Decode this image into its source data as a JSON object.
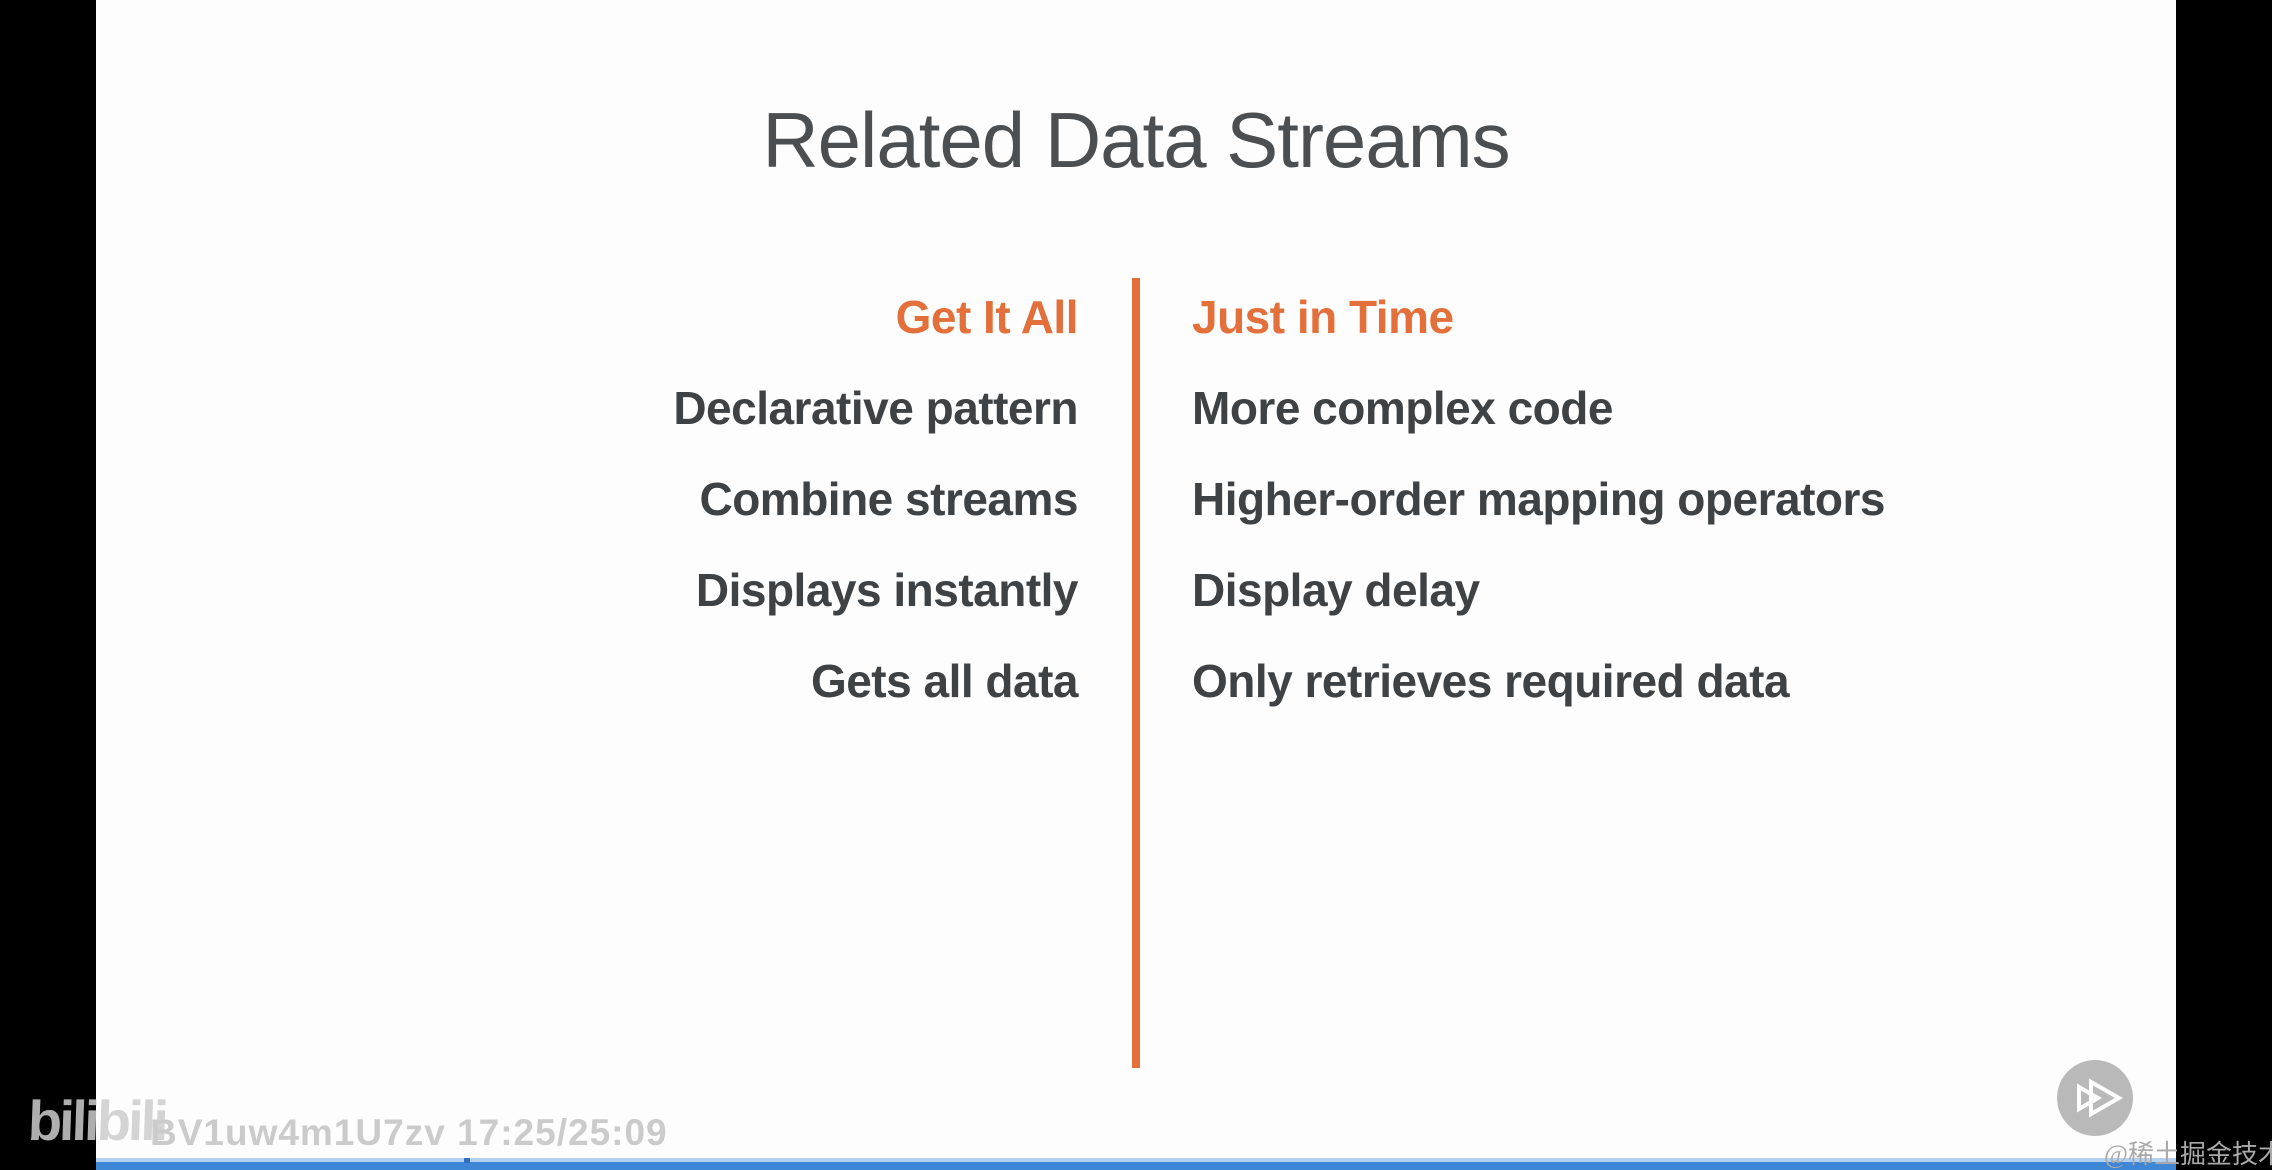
{
  "slide": {
    "title": "Related Data Streams",
    "columns": [
      {
        "header": "Get It All",
        "items": [
          "Declarative pattern",
          "Combine streams",
          "Displays instantly",
          "Gets all data"
        ]
      },
      {
        "header": "Just in Time",
        "items": [
          "More complex code",
          "Higher-order mapping operators",
          "Display delay",
          "Only retrieves required data"
        ]
      }
    ]
  },
  "player": {
    "watermark_logo": "bilibili",
    "video_id": "BV1uw4m1U7zv",
    "time_display": "17:25/25:09"
  },
  "overlay": {
    "community_watermark": "@稀土掘金技术社区"
  },
  "icons": {
    "play_badge": "pluralsight-play-icon"
  },
  "colors": {
    "accent_orange": "#e36f3b",
    "title_gray": "#4b4f52",
    "text_dark": "#3e4245",
    "progress_blue": "#3e86d6",
    "progress_blue_light": "#b3d0ef",
    "badge_gray": "#b9b9b9",
    "watermark_gray": "#cbcbcb"
  }
}
